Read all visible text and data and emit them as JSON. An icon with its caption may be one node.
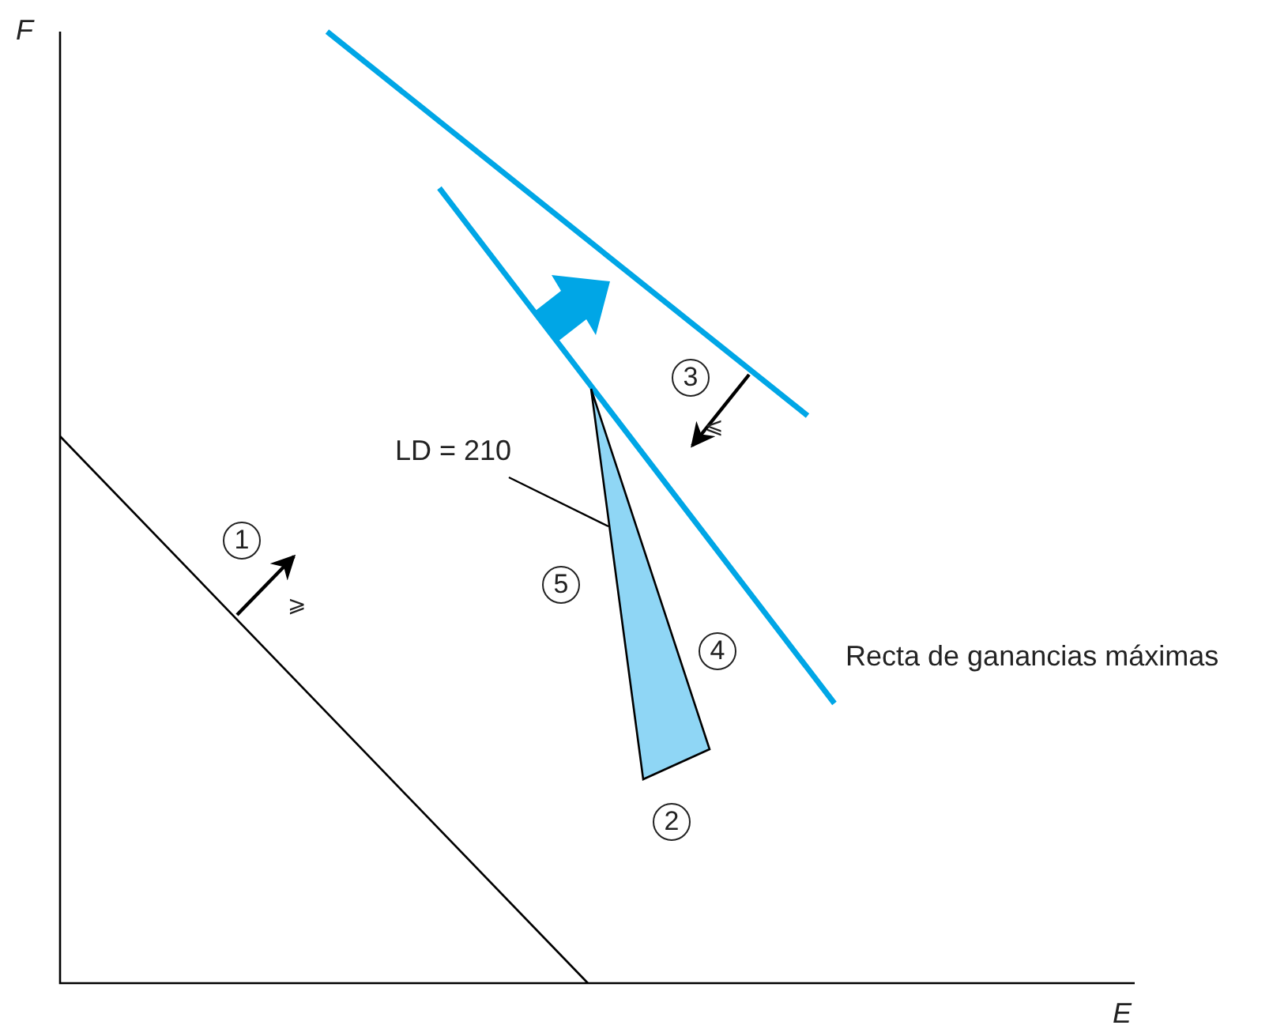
{
  "diagram": {
    "nodes": [
      {
        "text": [
          "LD = 210"
        ]
      },
      {
        "text": [],
        "shape": "triangle"
      }
    ],
    "edges": [
      {
        "from": 0,
        "to": 1,
        "arrow": "none"
      }
    ],
    "labels": [
      "F",
      "3",
      "⩽",
      "1",
      "5",
      "⩾",
      "4",
      "Recta de ganancias máximas",
      "2",
      "E"
    ]
  }
}
